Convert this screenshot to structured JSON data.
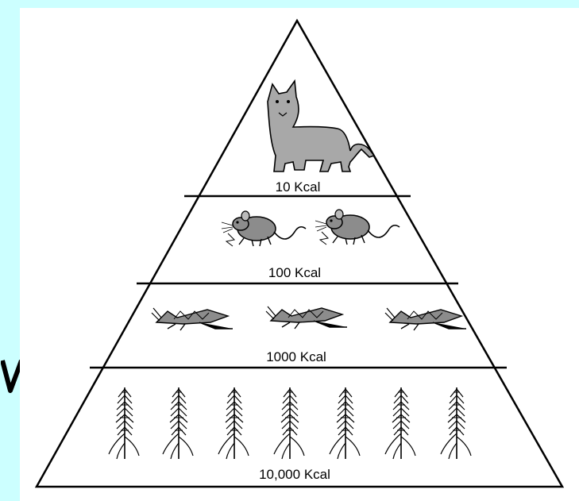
{
  "pyramid": {
    "levels": [
      {
        "organism": "puma-icon",
        "count": 1,
        "label": "10 Kcal"
      },
      {
        "organism": "mouse-icon",
        "count": 2,
        "label": "100 Kcal"
      },
      {
        "organism": "grasshopper-icon",
        "count": 3,
        "label": "1000 Kcal"
      },
      {
        "organism": "grain-plant-icon",
        "count": 7,
        "label": "10,000 Kcal"
      }
    ]
  },
  "colors": {
    "background": "#ccffff",
    "panel": "#ffffff",
    "outline": "#000000",
    "animal_fill": "#a8a8a8",
    "mouse_fill": "#8c8c8c"
  }
}
